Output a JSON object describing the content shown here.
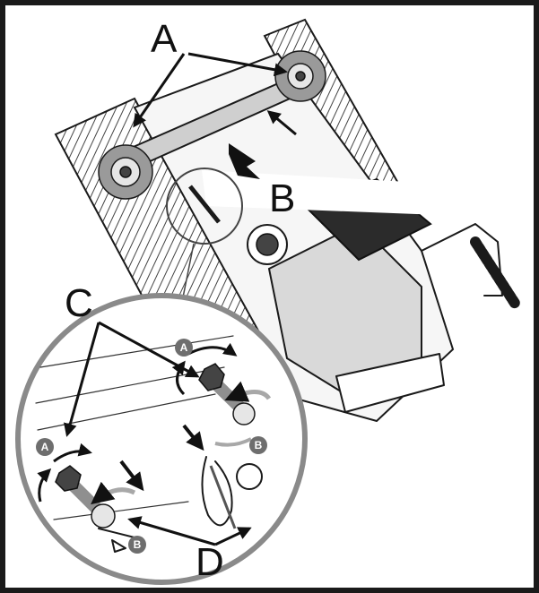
{
  "labels": {
    "a": "A",
    "b": "B",
    "c": "C",
    "d": "D"
  },
  "badges": {
    "a1": "A",
    "a2": "A",
    "b1": "B",
    "b2": "B"
  },
  "colors": {
    "frame": "#1a1a1a",
    "badge": "#6e6e6e",
    "detail_circle": "#8a8a8a",
    "gray_arrow": "#a8a8a8"
  }
}
